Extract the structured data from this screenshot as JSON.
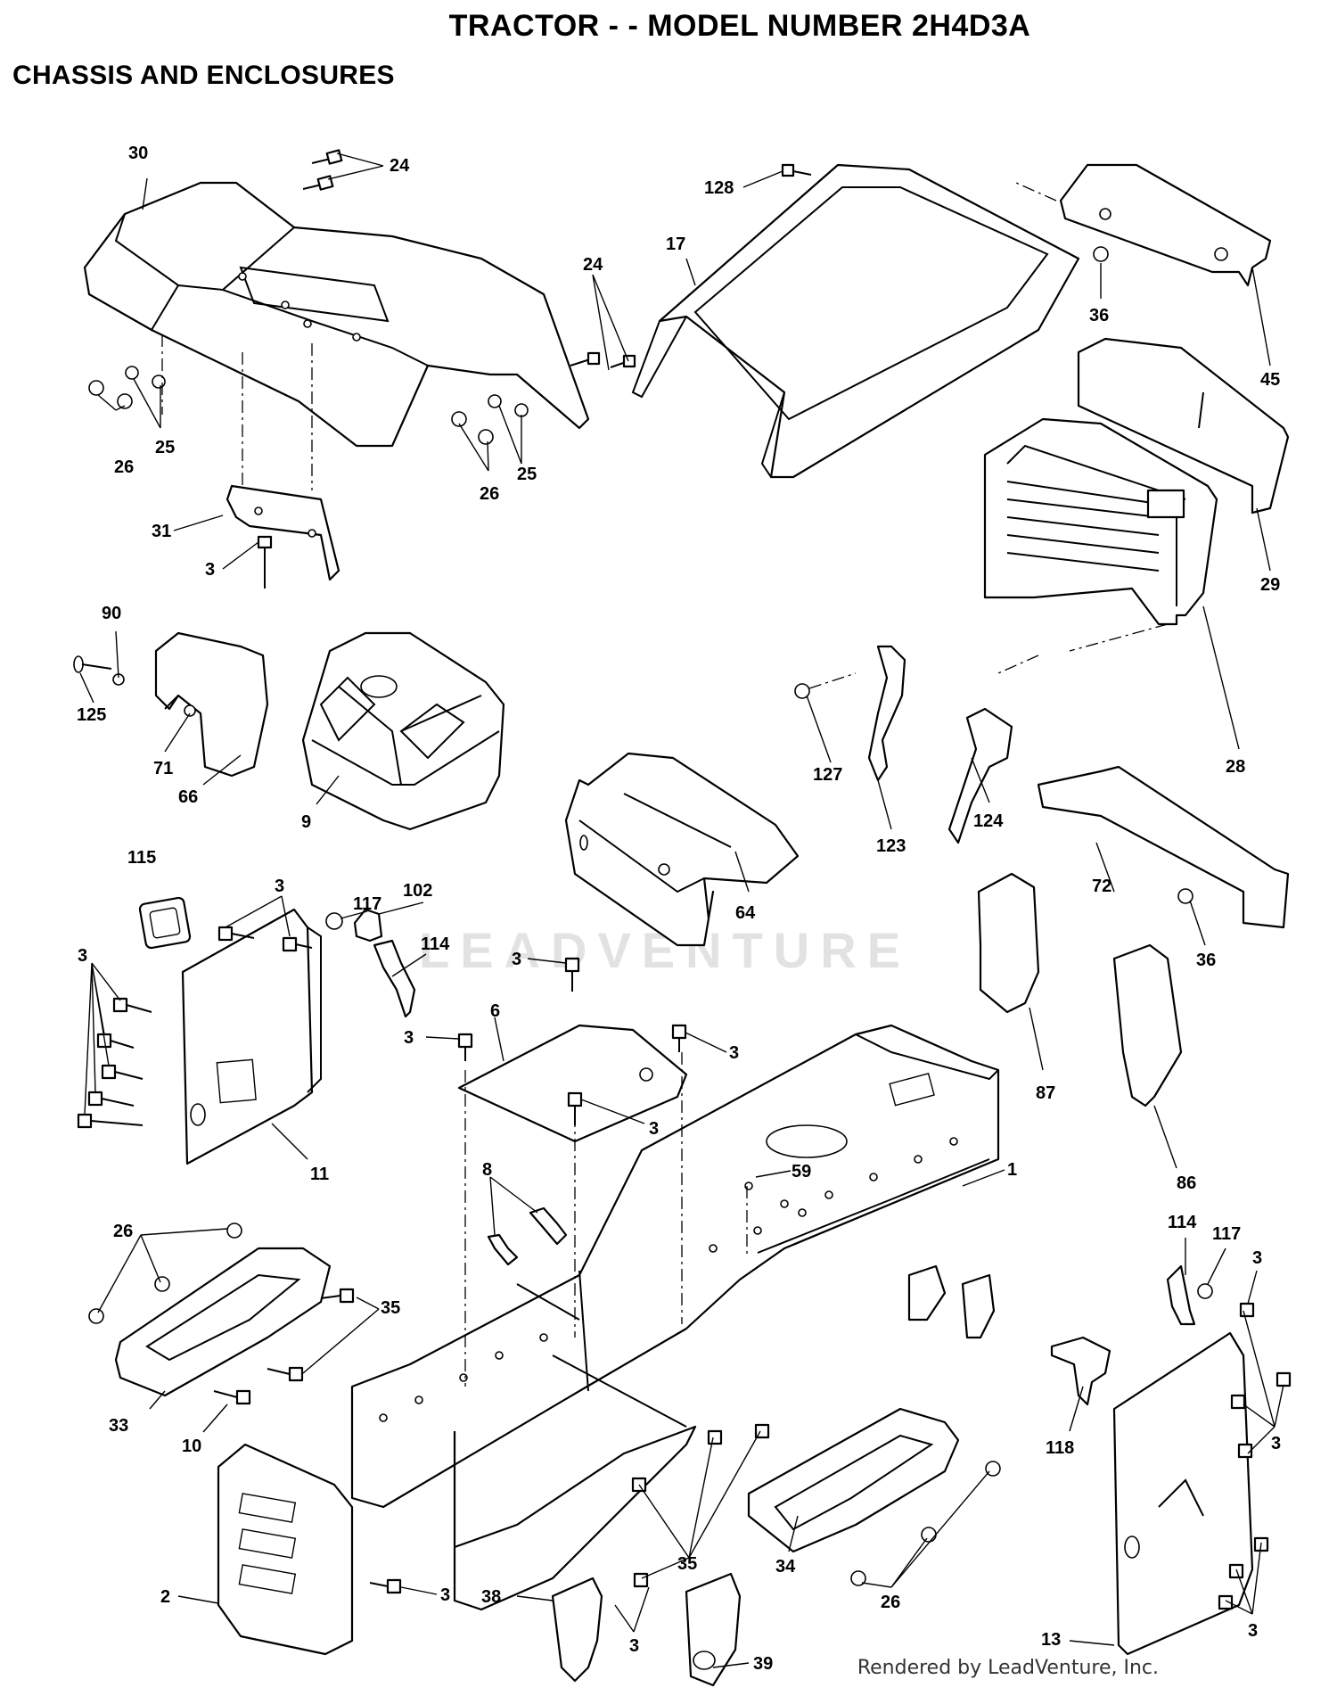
{
  "header": {
    "title": "TRACTOR - - MODEL NUMBER 2H4D3A",
    "subtitle": "CHASSIS AND ENCLOSURES"
  },
  "watermark": "LEADVENTURE",
  "footer": "Rendered by LeadVenture, Inc.",
  "callouts": {
    "c30": "30",
    "c24a": "24",
    "c24b": "24",
    "c25a": "25",
    "c26a": "26",
    "c25b": "25",
    "c26b": "26",
    "c31": "31",
    "c3a": "3",
    "c128": "128",
    "c17": "17",
    "c36a": "36",
    "c45": "45",
    "c29": "29",
    "c28": "28",
    "c127": "127",
    "c123": "123",
    "c124": "124",
    "c90": "90",
    "c125": "125",
    "c71": "71",
    "c66": "66",
    "c9": "9",
    "c64": "64",
    "c72": "72",
    "c36b": "36",
    "c115": "115",
    "c3b": "3",
    "c117a": "117",
    "c102": "102",
    "c114a": "114",
    "c3c": "3",
    "c11": "11",
    "c3d": "3",
    "c6": "6",
    "c3e": "3",
    "c3f": "3",
    "c3g": "3",
    "c87": "87",
    "c86": "86",
    "c8": "8",
    "c59": "59",
    "c1": "1",
    "c26c": "26",
    "c35a": "35",
    "c33": "33",
    "c10": "10",
    "c114b": "114",
    "c117b": "117",
    "c3h": "3",
    "c118": "118",
    "c3i": "3",
    "c2": "2",
    "c3j": "3",
    "c35b": "35",
    "c34": "34",
    "c26d": "26",
    "c38": "38",
    "c3k": "3",
    "c39": "39",
    "c13": "13",
    "c3l": "3"
  }
}
